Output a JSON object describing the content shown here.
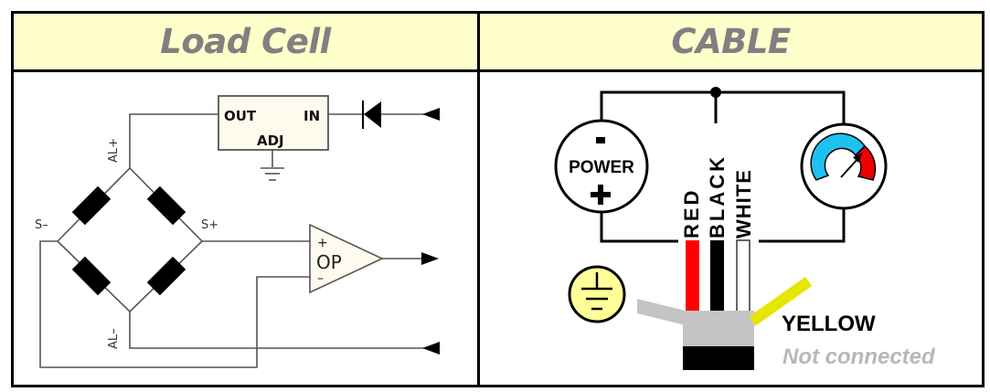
{
  "headers": {
    "left": "Load Cell",
    "right": "CABLE"
  },
  "load_cell": {
    "regulator": {
      "out": "OUT",
      "in": "IN",
      "adj": "ADJ"
    },
    "bridge_labels": {
      "al_plus": "AL+",
      "al_minus": "AL–",
      "s_minus": "S–",
      "s_plus": "S+"
    },
    "opamp": {
      "label": "OP",
      "plus": "+",
      "minus": "–"
    },
    "colors": {
      "fill": "#fffaee",
      "line": "#555555",
      "resistor": "#000000"
    }
  },
  "cable": {
    "power": {
      "label": "POWER",
      "minus": "-",
      "plus": "+"
    },
    "wires": [
      {
        "name": "RED",
        "color": "#ff0000"
      },
      {
        "name": "BLACK",
        "color": "#000000"
      },
      {
        "name": "WHITE",
        "color": "#ffffff"
      }
    ],
    "shield": {
      "label": "YELLOW",
      "color": "#e6e600",
      "note": "Not connected"
    },
    "gauge": {
      "cold_color": "#1ec0f0",
      "hot_color": "#ee0000"
    },
    "ground_color": "#ffff99"
  }
}
